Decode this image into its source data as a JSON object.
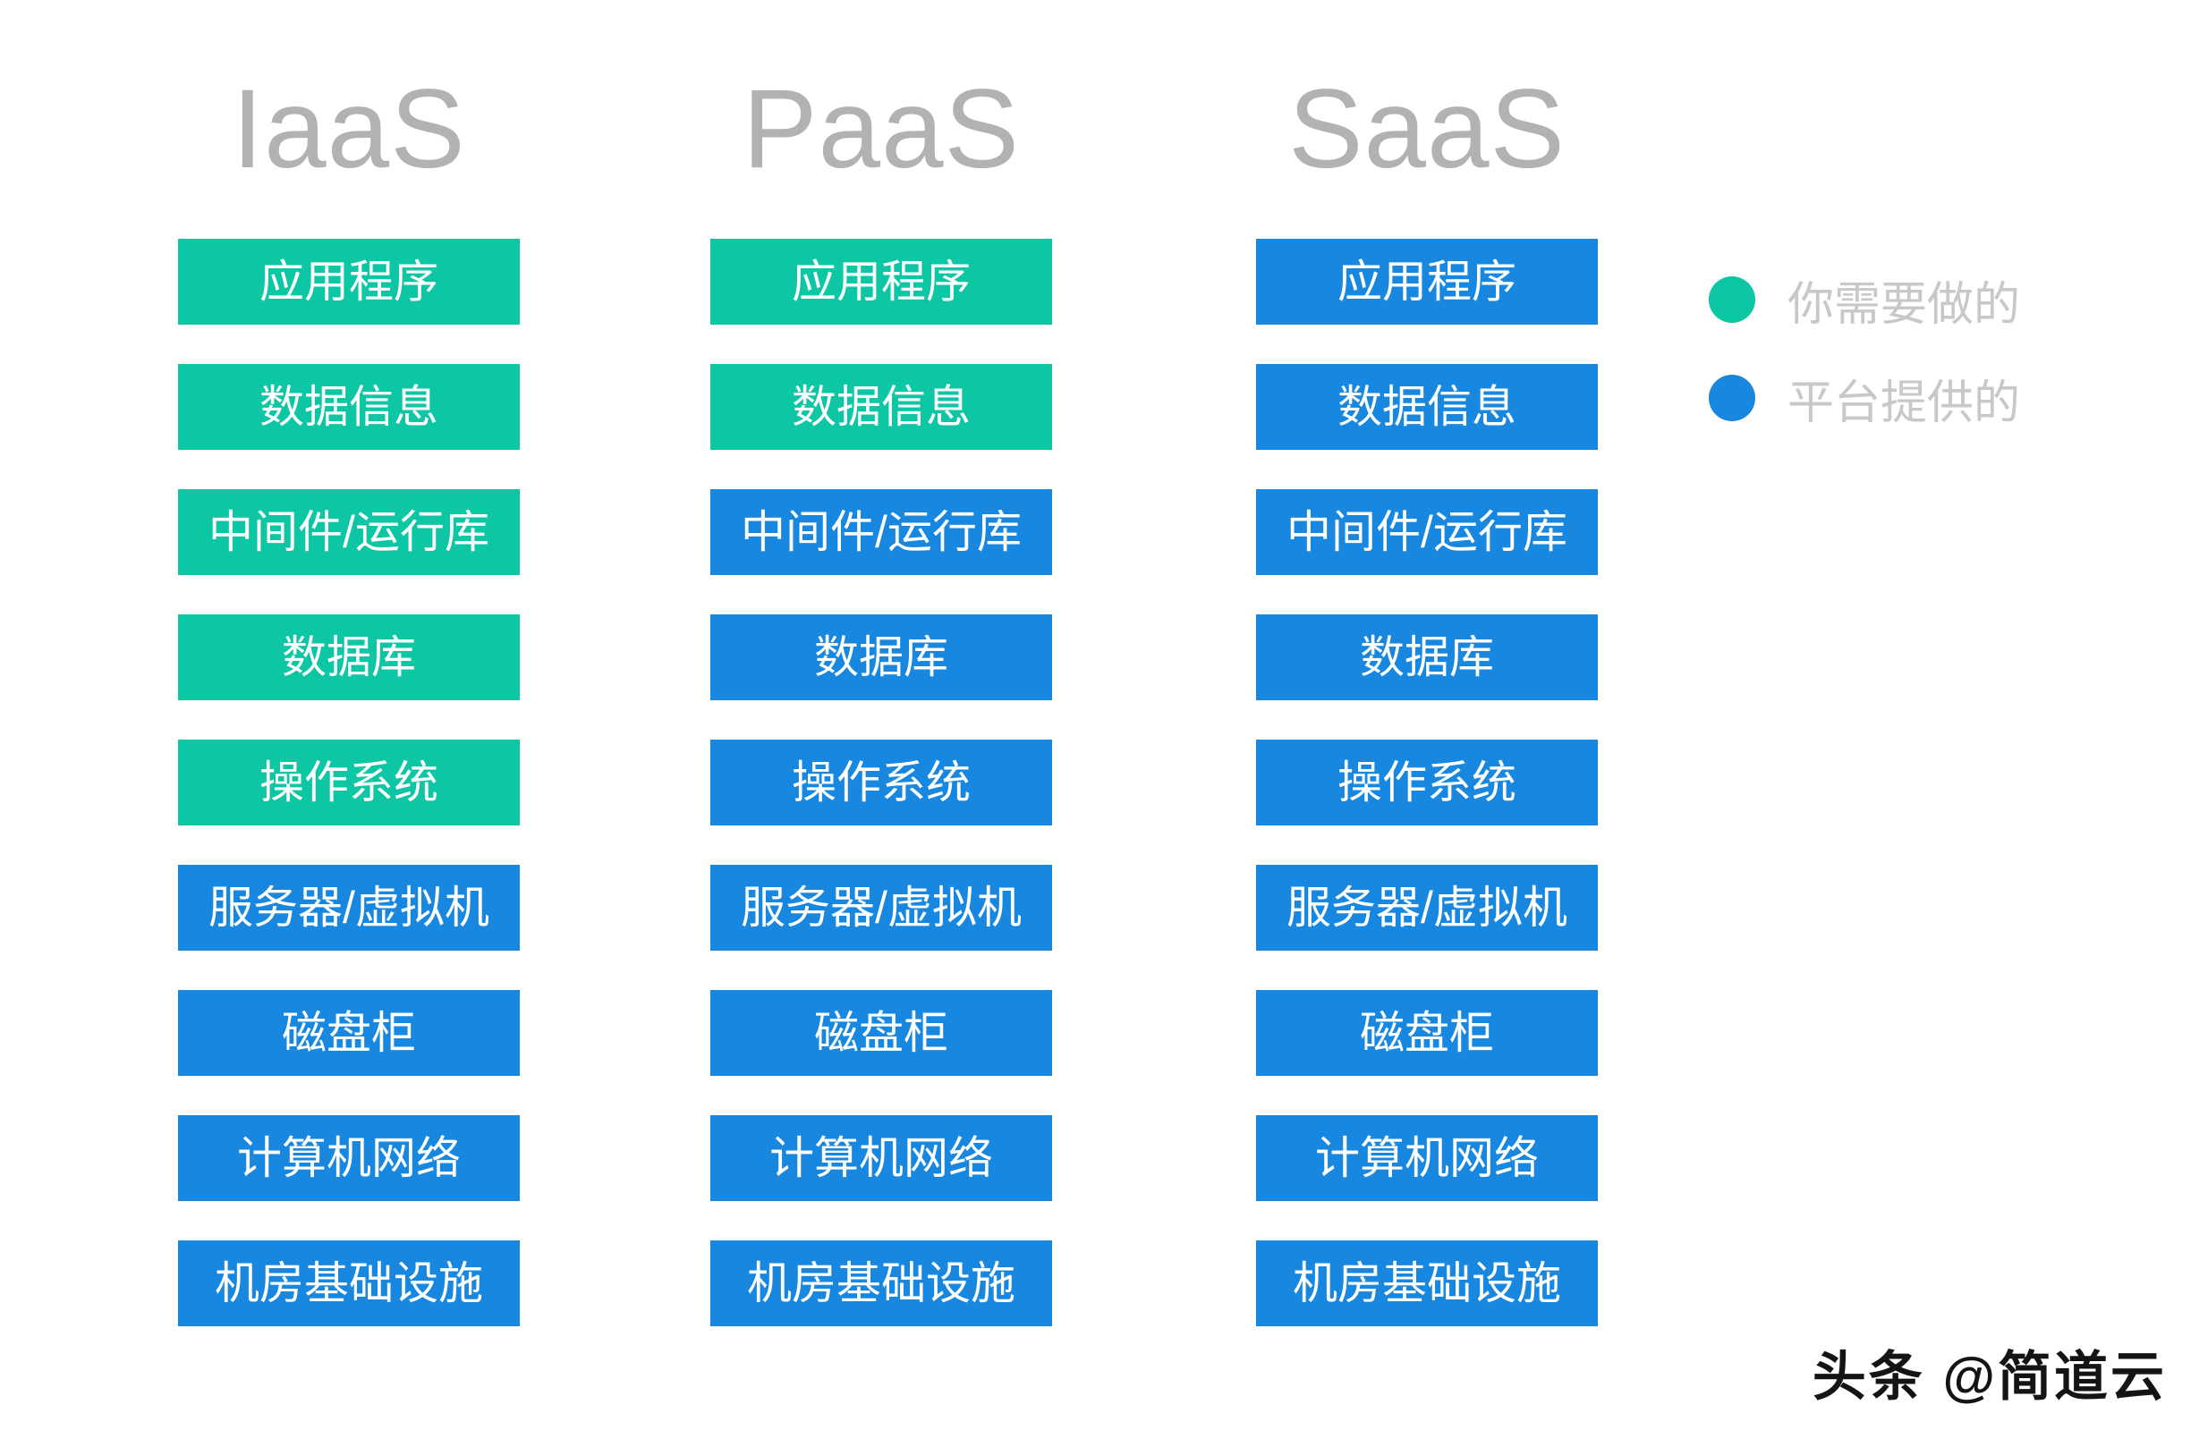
{
  "columns": [
    {
      "title": "IaaS",
      "rows": [
        {
          "label": "应用程序",
          "type": "user"
        },
        {
          "label": "数据信息",
          "type": "user"
        },
        {
          "label": "中间件/运行库",
          "type": "user"
        },
        {
          "label": "数据库",
          "type": "user"
        },
        {
          "label": "操作系统",
          "type": "user"
        },
        {
          "label": "服务器/虚拟机",
          "type": "platform"
        },
        {
          "label": "磁盘柜",
          "type": "platform"
        },
        {
          "label": "计算机网络",
          "type": "platform"
        },
        {
          "label": "机房基础设施",
          "type": "platform"
        }
      ]
    },
    {
      "title": "PaaS",
      "rows": [
        {
          "label": "应用程序",
          "type": "user"
        },
        {
          "label": "数据信息",
          "type": "user"
        },
        {
          "label": "中间件/运行库",
          "type": "platform"
        },
        {
          "label": "数据库",
          "type": "platform"
        },
        {
          "label": "操作系统",
          "type": "platform"
        },
        {
          "label": "服务器/虚拟机",
          "type": "platform"
        },
        {
          "label": "磁盘柜",
          "type": "platform"
        },
        {
          "label": "计算机网络",
          "type": "platform"
        },
        {
          "label": "机房基础设施",
          "type": "platform"
        }
      ]
    },
    {
      "title": "SaaS",
      "rows": [
        {
          "label": "应用程序",
          "type": "platform"
        },
        {
          "label": "数据信息",
          "type": "platform"
        },
        {
          "label": "中间件/运行库",
          "type": "platform"
        },
        {
          "label": "数据库",
          "type": "platform"
        },
        {
          "label": "操作系统",
          "type": "platform"
        },
        {
          "label": "服务器/虚拟机",
          "type": "platform"
        },
        {
          "label": "磁盘柜",
          "type": "platform"
        },
        {
          "label": "计算机网络",
          "type": "platform"
        },
        {
          "label": "机房基础设施",
          "type": "platform"
        }
      ]
    }
  ],
  "legend": {
    "items": [
      {
        "label": "你需要做的",
        "color": "#0dc6a4"
      },
      {
        "label": "平台提供的",
        "color": "#1787e0"
      }
    ]
  },
  "colors": {
    "user": "#0dc6a4",
    "platform": "#1787e0",
    "column_title": "#b2b2b2",
    "legend_text": "#c8c8c8",
    "box_text": "#ffffff",
    "watermark": "#141414",
    "background": "#ffffff"
  },
  "watermark": {
    "text": "头条 @简道云"
  }
}
